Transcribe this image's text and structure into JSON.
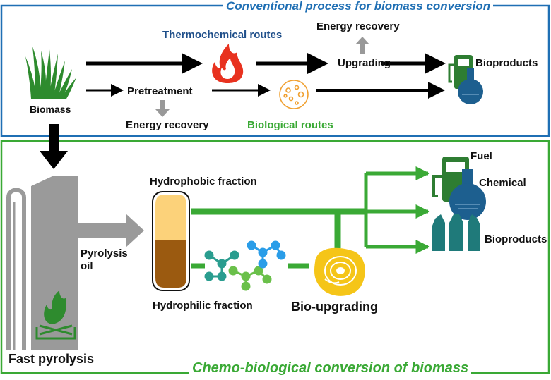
{
  "conventional": {
    "title": "Conventional process for biomass conversion",
    "title_color": "#1f6fb4",
    "biomass": "Biomass",
    "pretreatment": "Pretreatment",
    "energy_recovery_bottom": "Energy recovery",
    "thermochemical": "Thermochemical routes",
    "biological": "Biological routes",
    "upgrading": "Upgrading",
    "energy_recovery_top": "Energy recovery",
    "bioproducts": "Bioproducts"
  },
  "chemo": {
    "title": "Chemo-biological conversion of biomass",
    "title_color": "#3aa935",
    "fast_pyrolysis": "Fast pyrolysis",
    "pyrolysis_oil": [
      "Pyrolysis",
      "oil"
    ],
    "hydrophobic": "Hydrophobic fraction",
    "hydrophilic": "Hydrophilic fraction",
    "bio_upgrading": "Bio-upgrading",
    "fuel": "Fuel",
    "chemical": "Chemical",
    "bioproducts": "Bioproducts"
  },
  "colors": {
    "arrow_black": "#000000",
    "arrow_gray": "#999999",
    "arrow_green": "#3aa935",
    "thermo_text": "#1f4f8a",
    "bio_text": "#3aa935",
    "flame": "#e8321f",
    "cell": "#f0a030",
    "fuel_green": "#2e7d32",
    "flask_blue": "#1d5f8f",
    "bag_teal": "#1f7a7a",
    "jar_top": "#fcd27a",
    "jar_bottom": "#9b5a10",
    "reactor_gray": "#9a9a9a",
    "grass": "#2e8b2e"
  }
}
